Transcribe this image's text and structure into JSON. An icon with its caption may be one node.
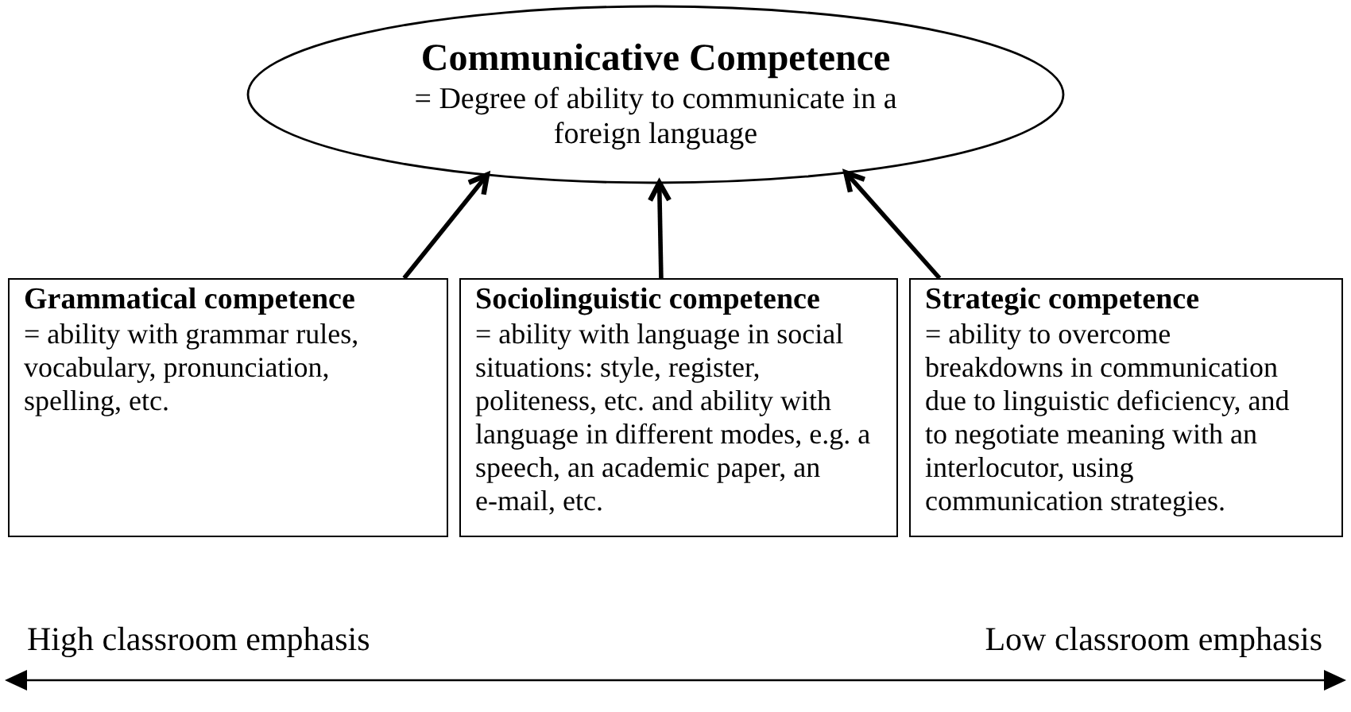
{
  "diagram": {
    "nodes": [
      {
        "text": [
          "Communicative Competence",
          "= Degree of ability to communicate in a foreign language"
        ]
      },
      {
        "text": [
          "Grammatical competence",
          "= ability with grammar rules, vocabulary, pronunciation, spelling, etc."
        ]
      },
      {
        "text": [
          "Sociolinguistic competence",
          "= ability with language in social situations: style, register, politeness, etc. and ability with language in different modes, e.g. a speech, an academic paper, an e-mail, etc."
        ]
      },
      {
        "text": [
          "Strategic competence",
          "= ability to overcome breakdowns in communication due to linguistic deficiency, and to negotiate meaning with an interlocutor, using communication strategies."
        ]
      }
    ],
    "edges": [
      {
        "from": 1,
        "to": 0,
        "arrow": "to"
      },
      {
        "from": 2,
        "to": 0,
        "arrow": "to"
      },
      {
        "from": 3,
        "to": 0,
        "arrow": "to"
      }
    ],
    "labels": [
      "High classroom emphasis",
      "Low classroom emphasis"
    ]
  }
}
